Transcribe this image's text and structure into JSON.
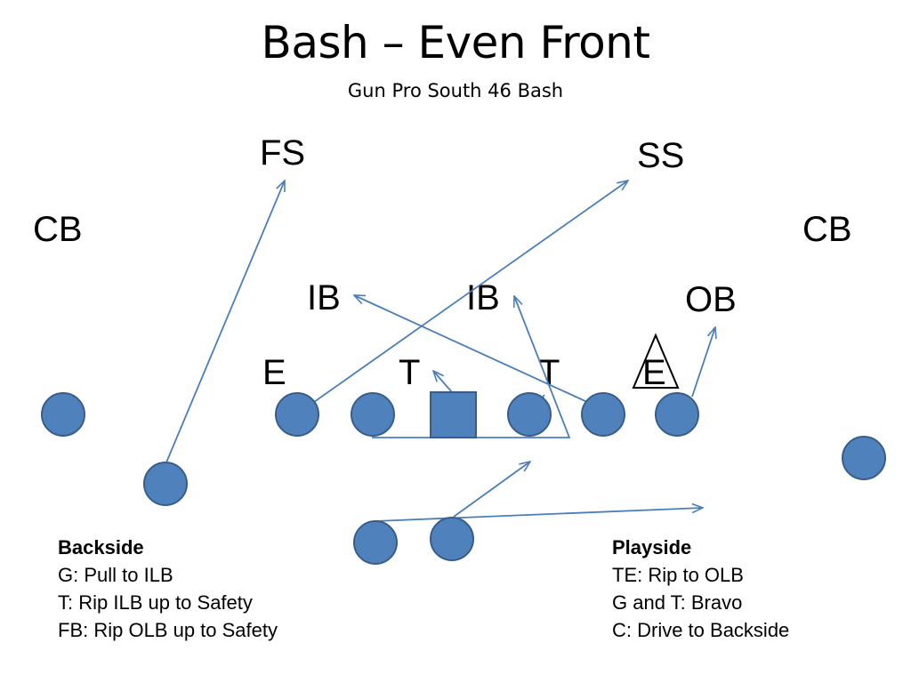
{
  "header": {
    "title": "Bash – Even Front",
    "subtitle": "Gun Pro South 46 Bash"
  },
  "defense": {
    "fs": "FS",
    "ss": "SS",
    "cb_left": "CB",
    "cb_right": "CB",
    "ib_left": "IB",
    "ib_right": "IB",
    "ob": "OB",
    "e_left": "E",
    "t_left": "T",
    "t_right": "T",
    "e_right": "E"
  },
  "notes": {
    "backside": {
      "heading": "Backside",
      "lines": [
        "G: Pull to ILB",
        "T: Rip ILB up to Safety",
        "FB: Rip OLB up to Safety"
      ]
    },
    "playside": {
      "heading": "Playside",
      "lines": [
        "TE: Rip to OLB",
        "G and T: Bravo",
        "C: Drive to Backside"
      ]
    }
  },
  "colors": {
    "player_fill": "#4f81bd",
    "player_stroke": "#385d8a",
    "route": "#4a7ebb",
    "text": "#000000"
  }
}
